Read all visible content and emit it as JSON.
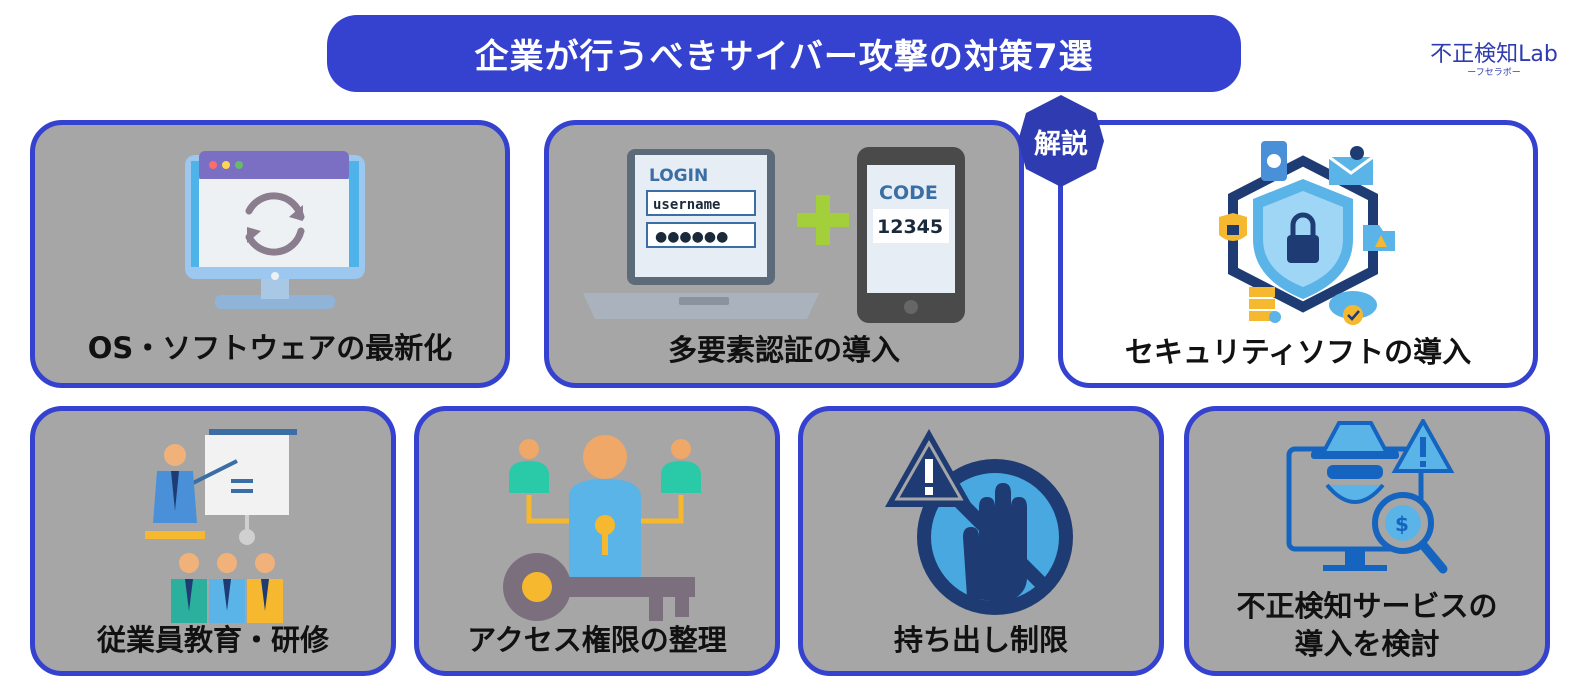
{
  "header": {
    "title": "企業が行うべきサイバー攻撃の対策7選"
  },
  "brand": {
    "name": "不正検知Lab",
    "subtitle": "ーフセラボー"
  },
  "badge": {
    "label": "解説"
  },
  "colors": {
    "primary": "#3442cf",
    "card_bg": "#a6a6a6",
    "highlight_bg": "#ffffff",
    "text": "#111111"
  },
  "cards": [
    {
      "label": "OS・ソフトウェアの最新化",
      "icon": "monitor-refresh-icon"
    },
    {
      "label": "多要素認証の導入",
      "icon": "login-2fa-icon",
      "illustration": {
        "login_title": "LOGIN",
        "username": "username",
        "password": "●●●●●●",
        "code_title": "CODE",
        "code_value": "12345"
      }
    },
    {
      "label": "セキュリティソフトの導入",
      "icon": "security-shield-icon",
      "highlighted": true
    },
    {
      "label": "従業員教育・研修",
      "icon": "presentation-training-icon"
    },
    {
      "label": "アクセス権限の整理",
      "icon": "access-key-icon"
    },
    {
      "label": "持ち出し制限",
      "icon": "stop-hand-icon"
    },
    {
      "label_line1": "不正検知サービスの",
      "label_line2": "導入を検討",
      "icon": "fraud-detection-icon"
    }
  ]
}
